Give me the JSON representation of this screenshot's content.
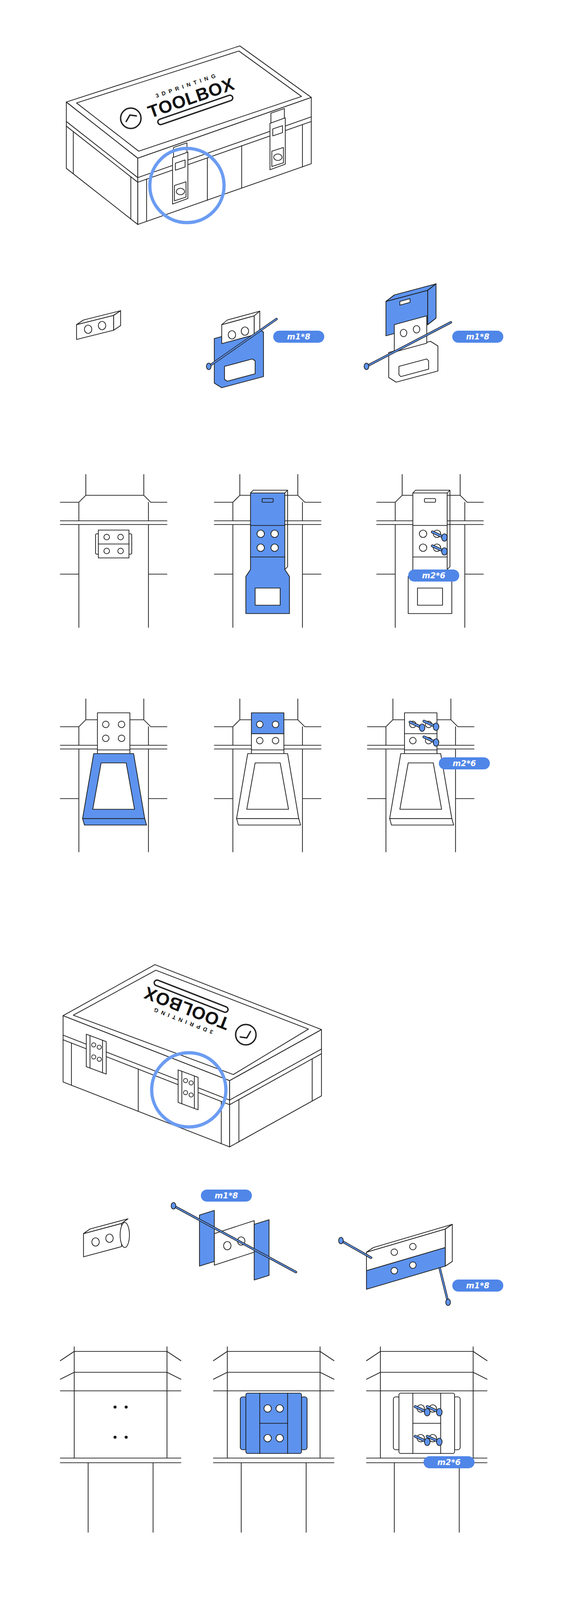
{
  "diagram": {
    "nodes": [
      {
        "text": [
          "m1*8"
        ]
      },
      {
        "text": [
          "m1*8"
        ]
      },
      {
        "text": [
          "m2*6"
        ]
      },
      {
        "text": [
          "m2*6"
        ]
      },
      {
        "text": [
          "m1*8"
        ]
      },
      {
        "text": [
          "m1*8"
        ]
      },
      {
        "text": [
          "m2*6"
        ]
      }
    ],
    "labels": [
      "3DPRINTING",
      "TOOLBOX",
      "3DPRINTING",
      "TOOLBOX"
    ]
  }
}
